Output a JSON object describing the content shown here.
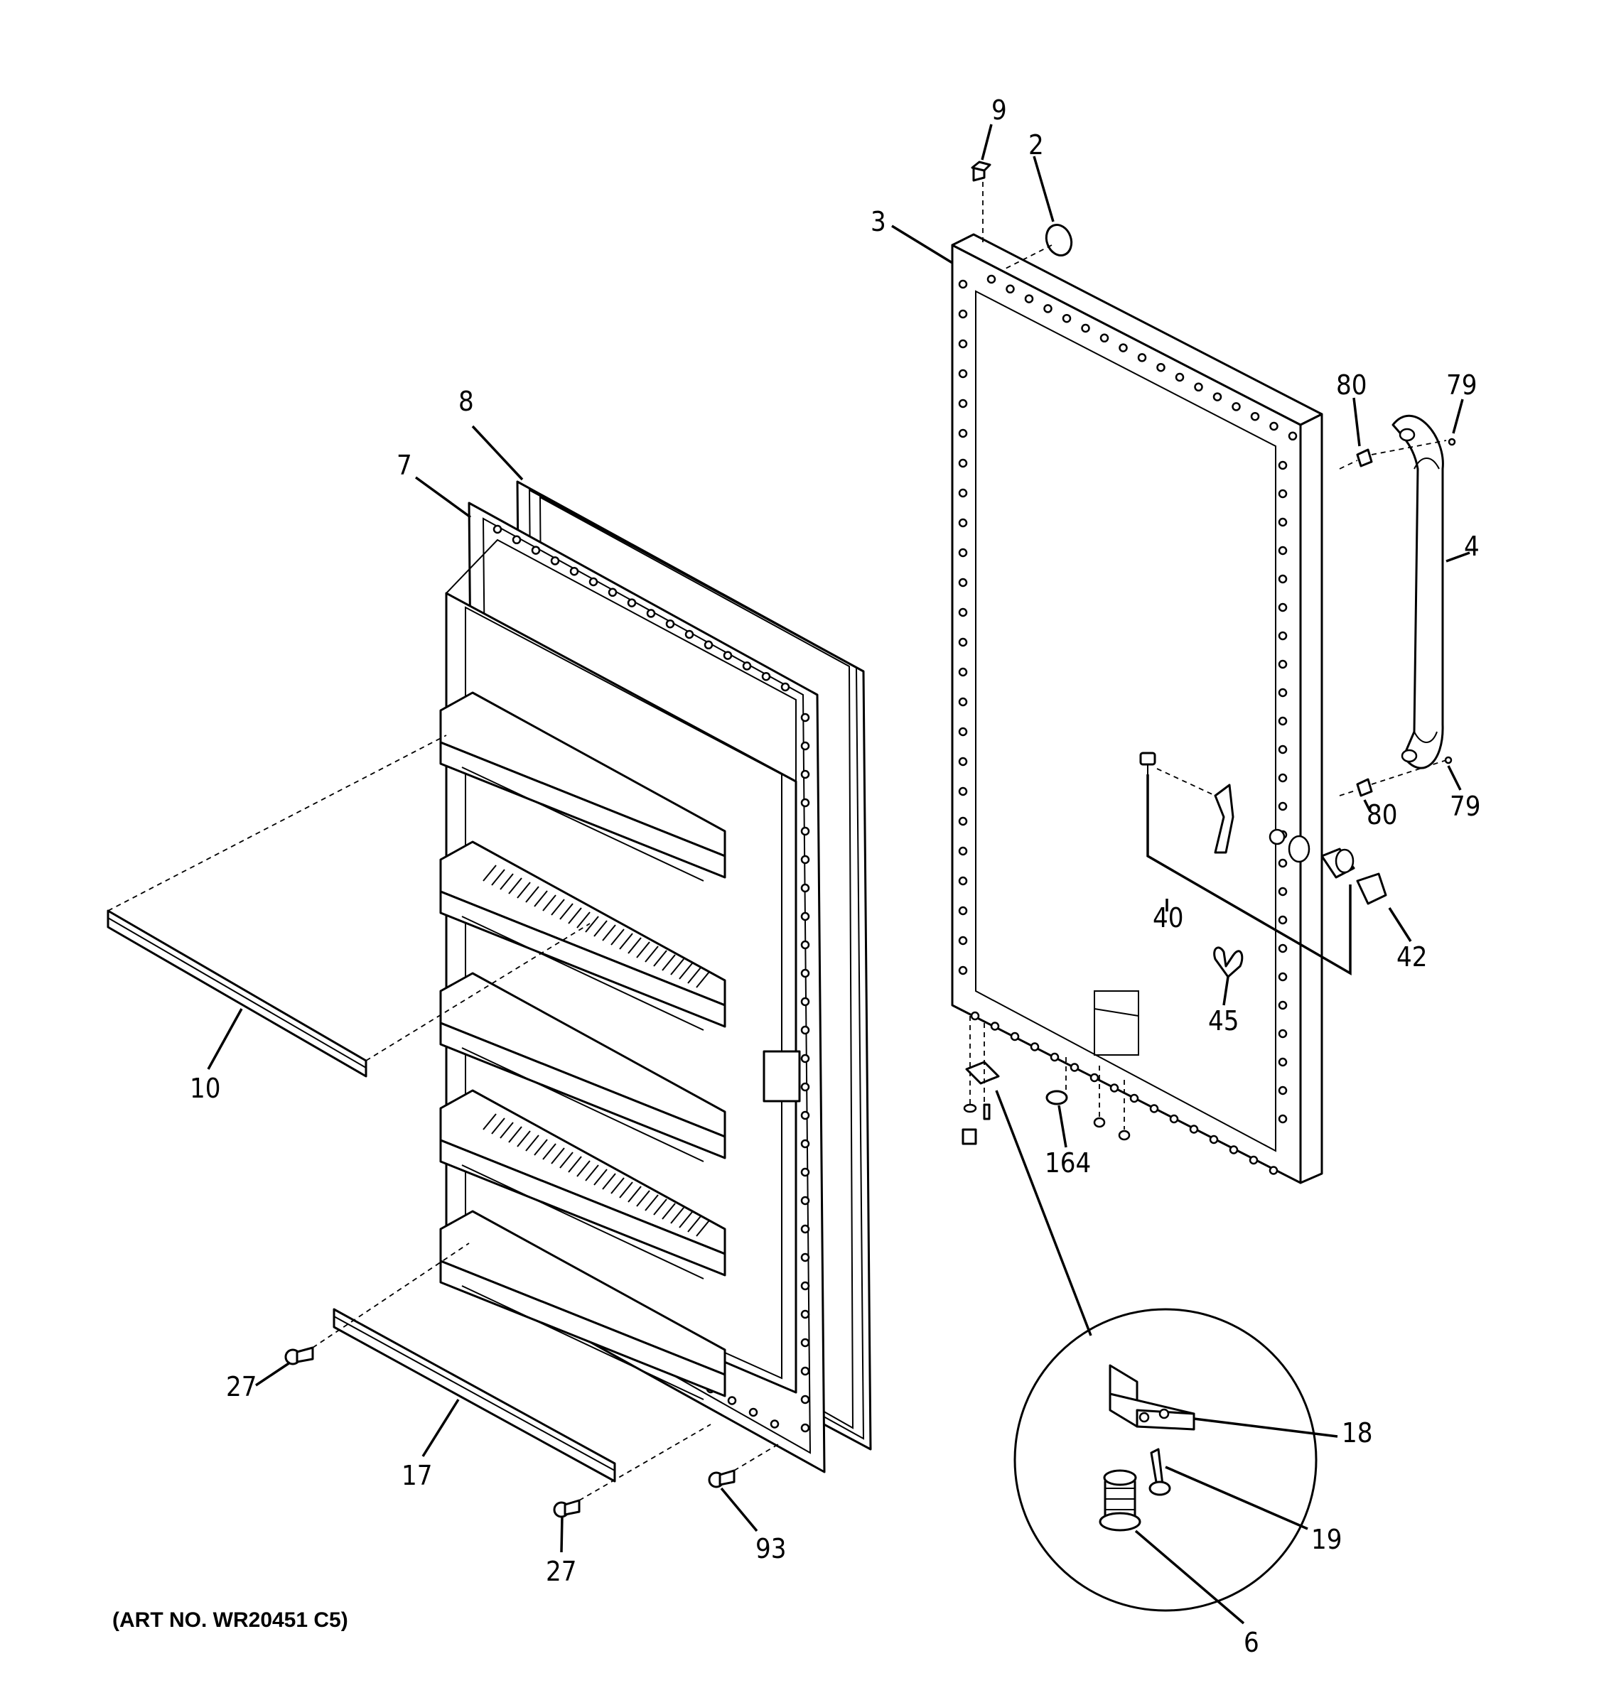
{
  "diagram": {
    "labels": {
      "p9": "9",
      "p2": "2",
      "p3": "3",
      "p80a": "80",
      "p79a": "79",
      "p4": "4",
      "p8": "8",
      "p7": "7",
      "p80b": "80",
      "p79b": "79",
      "p40": "40",
      "p42": "42",
      "p45": "45",
      "p10": "10",
      "p164": "164",
      "p18": "18",
      "p27a": "27",
      "p17": "17",
      "p19": "19",
      "p93": "93",
      "p27b": "27",
      "p6": "6"
    },
    "art_number": "(ART NO. WR20451 C5)"
  }
}
